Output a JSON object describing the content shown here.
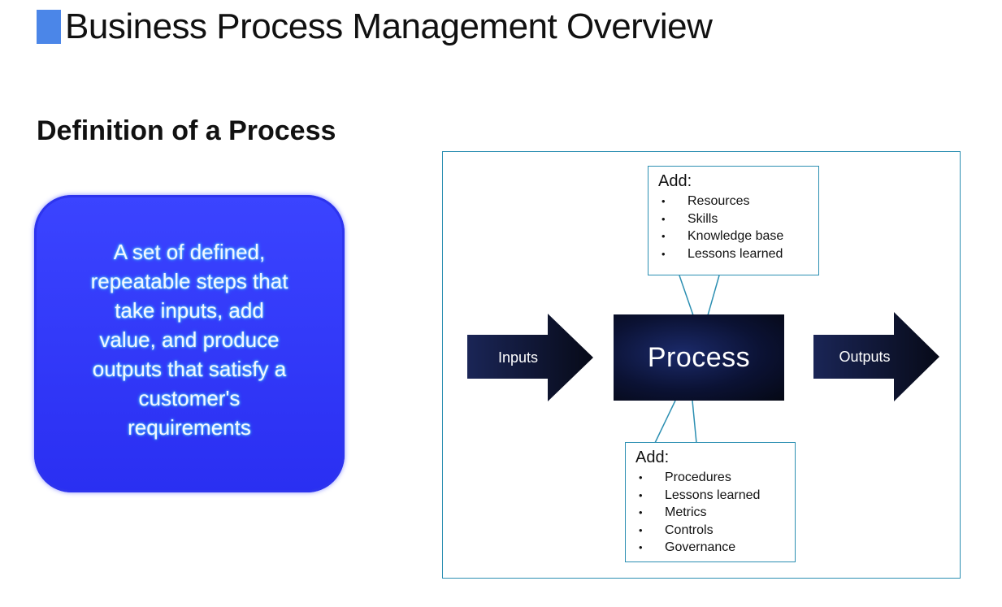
{
  "header": {
    "title": "Business Process Management Overview",
    "accent_color": "#4b86e8"
  },
  "section": {
    "subtitle": "Definition of a Process"
  },
  "definition": {
    "lines": [
      "A set of defined,",
      "repeatable steps that",
      "take inputs, add",
      "value, and produce",
      "outputs that satisfy a",
      "customer's",
      "requirements"
    ],
    "box_color": "#3b44ff"
  },
  "diagram": {
    "inputs_label": "Inputs",
    "process_label": "Process",
    "outputs_label": "Outputs",
    "top_callout": {
      "title": "Add:",
      "items": [
        "Resources",
        "Skills",
        "Knowledge base",
        "Lessons learned"
      ]
    },
    "bottom_callout": {
      "title": "Add:",
      "items": [
        "Procedures",
        "Lessons learned",
        "Metrics",
        "Controls",
        "Governance"
      ]
    },
    "frame_color": "#2c8fb2"
  }
}
